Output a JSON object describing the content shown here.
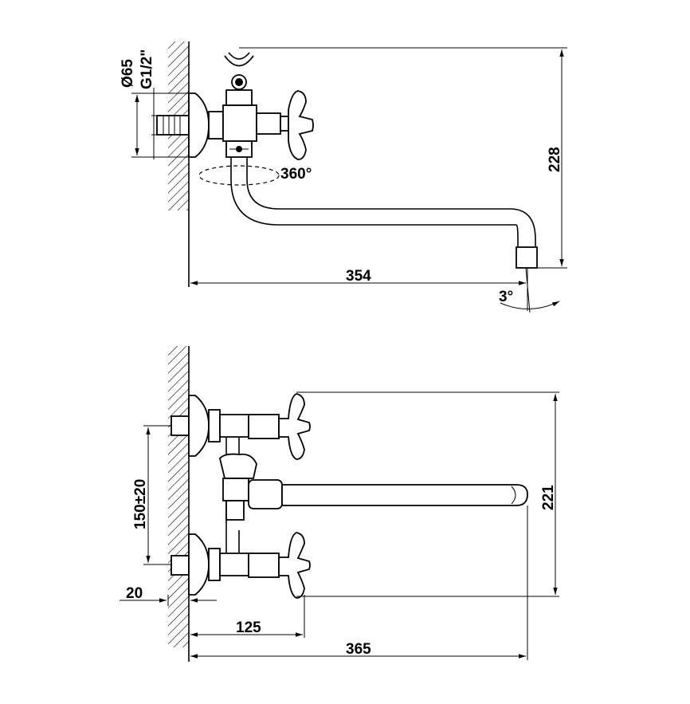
{
  "top_view": {
    "dims": {
      "diameter": "Ø65",
      "thread": "G1/2\"",
      "rotation": "360°",
      "height": "228",
      "length": "354",
      "angle": "3°"
    }
  },
  "bottom_view": {
    "dims": {
      "centers": "150±20",
      "height": "221",
      "offset": "20",
      "handle": "125",
      "total": "365"
    }
  }
}
